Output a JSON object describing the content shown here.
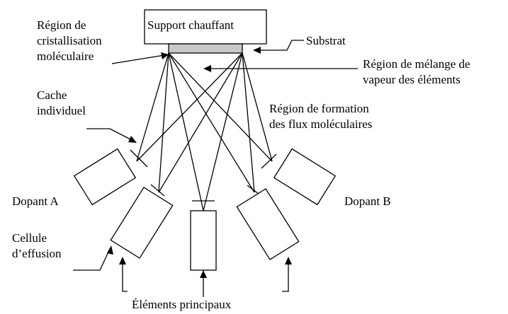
{
  "labels": {
    "support": "Support chauffant",
    "cristallisation_1": "Région de",
    "cristallisation_2": "cristallisation",
    "cristallisation_3": "moléculaire",
    "substrat": "Substrat",
    "melange_1": "Région de mélange de",
    "melange_2": "vapeur des éléments",
    "cache_1": "Cache",
    "cache_2": "individuel",
    "formation_1": "Région de formation",
    "formation_2": "des flux moléculaires",
    "dopant_a": "Dopant A",
    "dopant_b": "Dopant B",
    "cellule_1": "Cellule",
    "cellule_2": "d’effusion",
    "elements": "Éléments principaux"
  },
  "colors": {
    "line": "#000000",
    "substrate_fill": "#c8c8c8"
  }
}
